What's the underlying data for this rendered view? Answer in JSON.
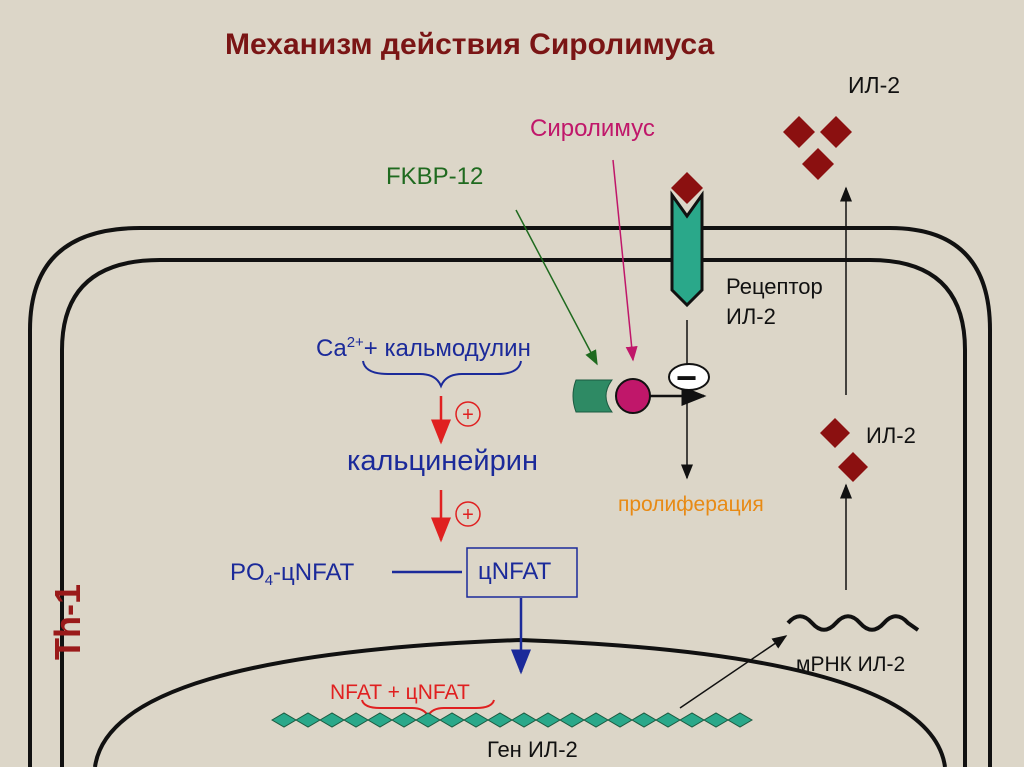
{
  "title": "Механизм действия Сиролимуса",
  "labels": {
    "il2_top": "ИЛ-2",
    "sirolimus": "Сиролимус",
    "fkbp": "FKBP-12",
    "receptor_line1": "Рецептор",
    "receptor_line2": "ИЛ-2",
    "ca_base": "Ca",
    "ca_charge": "2+",
    "ca_rest": "+ кальмодулин",
    "il2_mid": "ИЛ-2",
    "calcineurin": "кальцинейрин",
    "proliferation": "пролиферация",
    "po4_base": "PO",
    "po4_sub": "4",
    "po4_rest": "-цNFAT",
    "cnfat": "цNFAT",
    "mrna": "мРНК ИЛ-2",
    "nfat": "NFAT + цNFAT",
    "gene": "Ген ИЛ-2",
    "cell_type": "Th-1",
    "plus_sign": "+",
    "minus_sign": "−"
  },
  "colors": {
    "background": "#dcd6c8",
    "title": "#7a1515",
    "blue_text": "#1b2a9a",
    "sirolimus": "#c0176a",
    "fkbp": "#1f6a1f",
    "activation_arrow": "#e02020",
    "proliferation": "#e88a14",
    "receptor": "#2aa88a",
    "il2_diamond": "#8b1010",
    "dna": "#2aa88a"
  }
}
